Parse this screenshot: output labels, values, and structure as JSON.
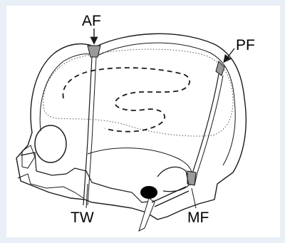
{
  "figure": {
    "labels": {
      "af": "AF",
      "pf": "PF",
      "tw": "TW",
      "mf": "MF"
    }
  },
  "colors": {
    "frame": "#e8eff6",
    "stroke": "#1a1a1a",
    "fontanelle_fill": "#9a9a9a",
    "dark_fill": "#000000"
  }
}
